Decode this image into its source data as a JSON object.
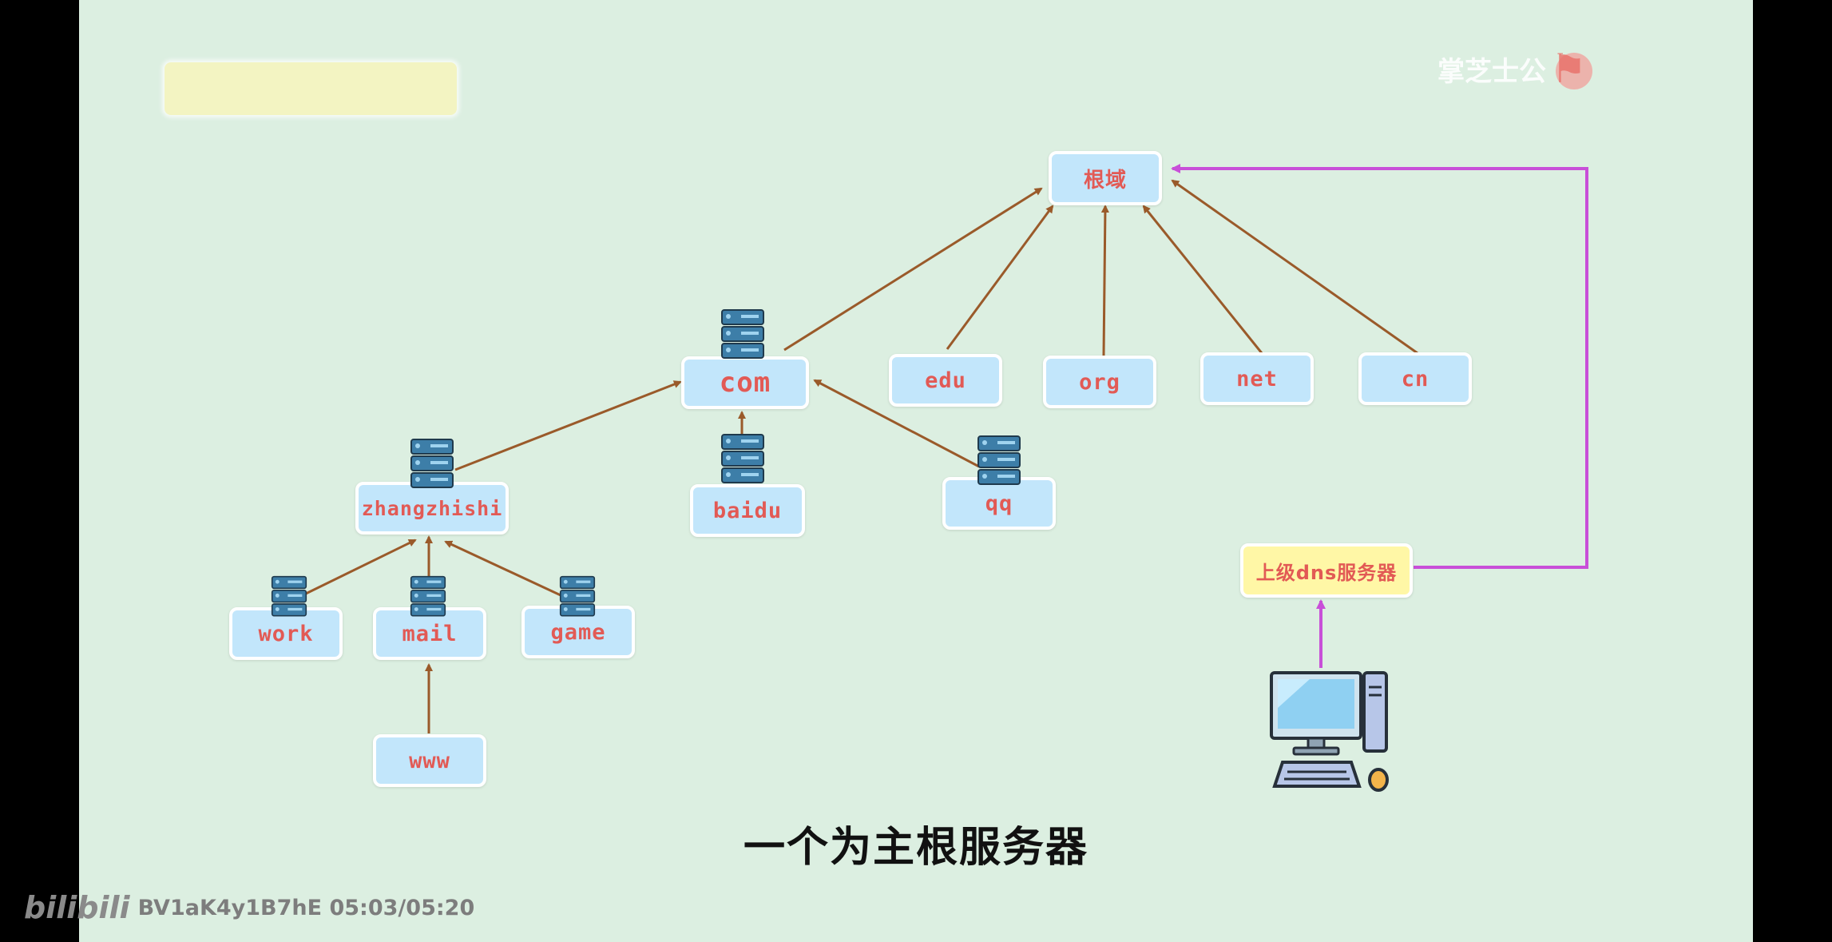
{
  "diagram": {
    "nodes": {
      "root": "根域",
      "com": "com",
      "edu": "edu",
      "org": "org",
      "net": "net",
      "cn": "cn",
      "zhangzhishi": "zhangzhishi",
      "baidu": "baidu",
      "qq": "qq",
      "work": "work",
      "mail": "mail",
      "game": "game",
      "www": "www",
      "upper_dns": "上级dns服务器"
    },
    "colors": {
      "tree_arrow": "#9a5a2a",
      "query_arrow": "#c84fd8",
      "node_fill": "#c2e6fb",
      "upper_fill": "#fff7a6",
      "label_text": "#e25a55"
    },
    "icons": [
      "server-rack-icon",
      "desktop-computer-icon"
    ]
  },
  "subtitle": "一个为主根服务器",
  "watermark": "掌芝士公",
  "player": {
    "logo": "bilibili",
    "info": "BV1aK4y1B7hE 05:03/05:20"
  }
}
